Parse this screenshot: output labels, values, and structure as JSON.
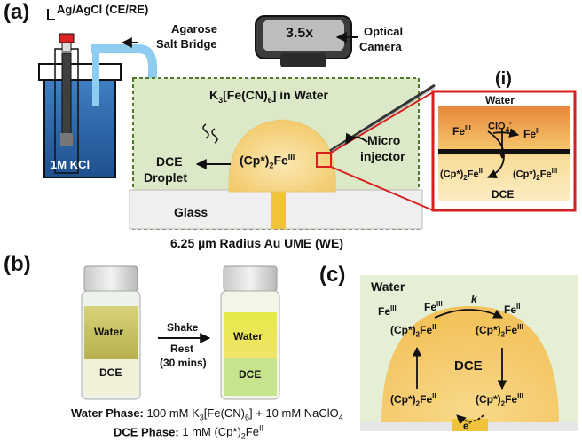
{
  "panel_a": {
    "label": "(a)",
    "electrode_label": "Ag/AgCl (CE/RE)",
    "salt_bridge_line1": "Agarose",
    "salt_bridge_line2": "Salt Bridge",
    "camera_zoom": "3.5x",
    "camera_line1": "Optical",
    "camera_line2": "Camera",
    "kcl_label": "1M KCl",
    "water_solution_prefix": "K",
    "water_solution_mid": "[Fe(CN)",
    "water_solution_suffix": "] in Water",
    "droplet_complex": "(Cp*)2FeIII",
    "dce_line1": "DCE",
    "dce_line2": "Droplet",
    "micro_line1": "Micro",
    "micro_line2": "injector",
    "glass_label": "Glass",
    "ume_label": "6.25 µm Radius Au UME (WE)"
  },
  "inset_i": {
    "label": "(i)",
    "water": "Water",
    "dce": "DCE",
    "fe3": "FeIII",
    "fe2": "FeII",
    "clo4": "ClO4-",
    "cp_fe2": "(Cp*)2FeII",
    "cp_fe3": "(Cp*)2FeIII"
  },
  "panel_b": {
    "label": "(b)",
    "water": "Water",
    "dce": "DCE",
    "shake": "Shake",
    "rest": "Rest",
    "rest_time": "(30 mins)",
    "water_phase_title": "Water Phase:",
    "water_phase_text": "100 mM K3[Fe(CN)6] + 10 mM NaClO4",
    "dce_phase_title": "DCE Phase:",
    "dce_phase_text": "1 mM (Cp*)2FeII"
  },
  "panel_c": {
    "label": "(c)",
    "water": "Water",
    "dce": "DCE",
    "fe3_bulk": "FeIII",
    "fe3": "FeIII",
    "fe2": "FeII",
    "k": "k",
    "cp_fe2_top": "(Cp*)2FeII",
    "cp_fe3_top": "(Cp*)2FeIII",
    "cp_fe2_bot": "(Cp*)2FeII",
    "cp_fe3_bot": "(Cp*)2FeIII",
    "electron": "e-"
  },
  "colors": {
    "water_green": "#d8e7c4",
    "dce_orange": "#f6c66b",
    "salt_bridge_blue": "#8fcdf0",
    "inset_red": "#d62020",
    "dark_green_border": "#4f7a2c"
  }
}
